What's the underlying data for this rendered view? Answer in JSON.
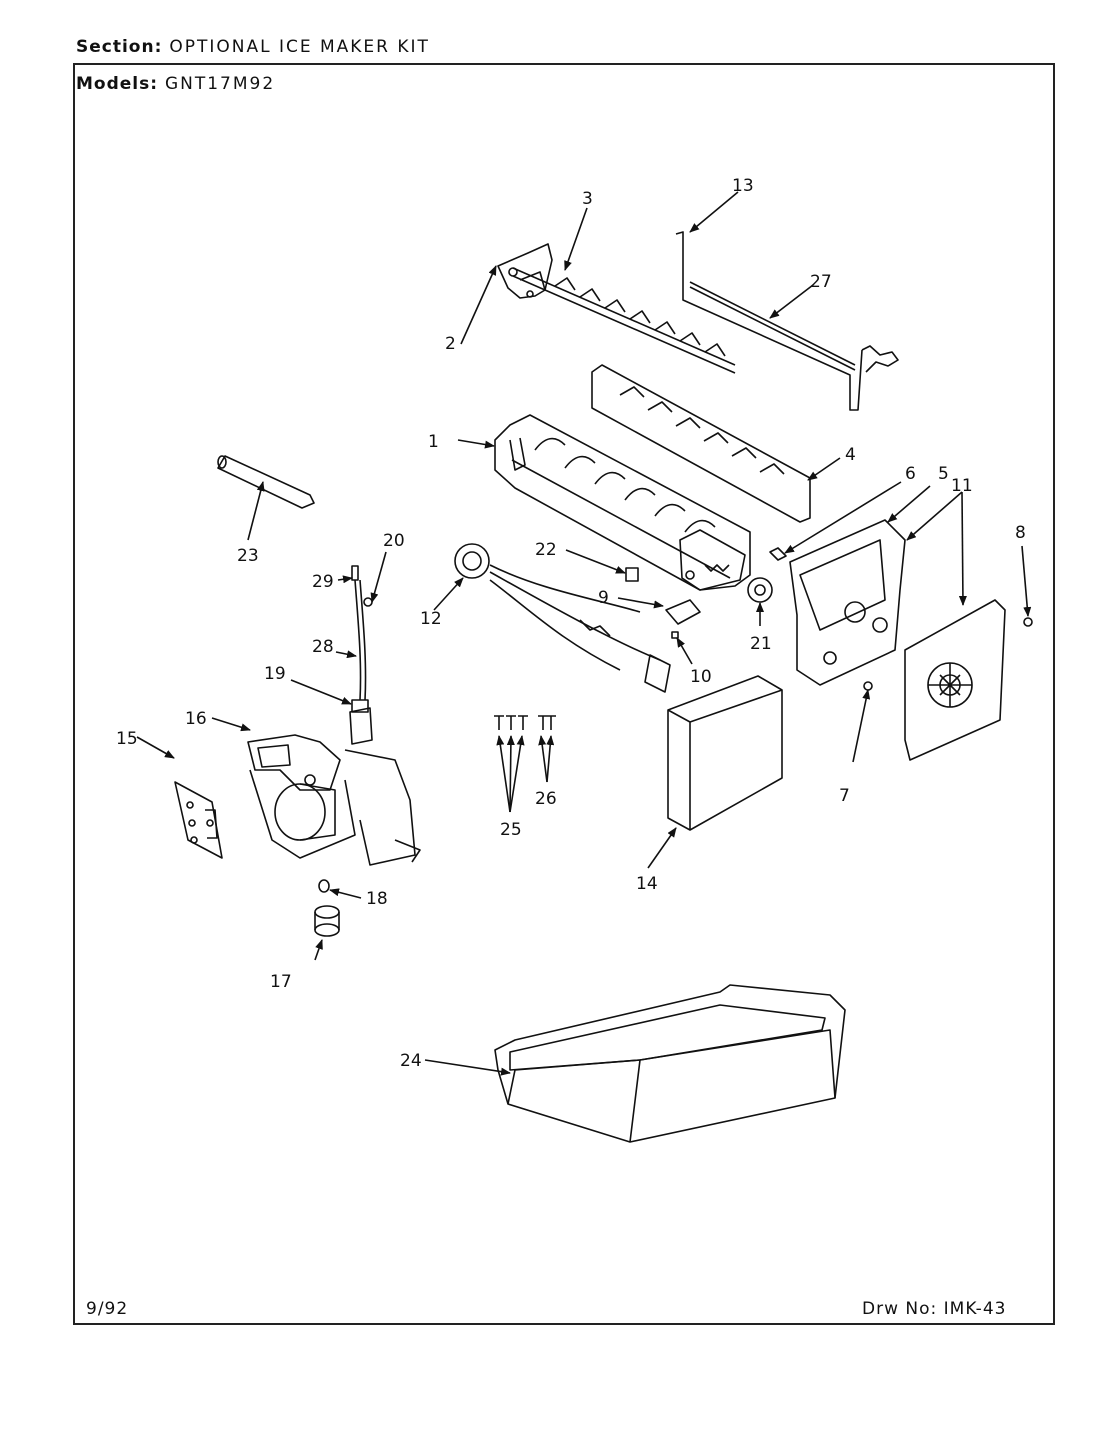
{
  "header": {
    "section_label": "Section:",
    "section_value": "OPTIONAL ICE MAKER KIT",
    "models_label": "Models:",
    "models_value": "GNT17M92"
  },
  "footer": {
    "date": "9/92",
    "drawing_label": "Drw No:",
    "drawing_number": "IMK-43"
  },
  "callouts": {
    "c1": "1",
    "c2": "2",
    "c3": "3",
    "c4": "4",
    "c5": "5",
    "c6": "6",
    "c7": "7",
    "c8": "8",
    "c9": "9",
    "c10": "10",
    "c11": "11",
    "c12": "12",
    "c13": "13",
    "c14": "14",
    "c15": "15",
    "c16": "16",
    "c17": "17",
    "c18": "18",
    "c19": "19",
    "c20": "20",
    "c21": "21",
    "c22": "22",
    "c23": "23",
    "c24": "24",
    "c25": "25",
    "c26": "26",
    "c27": "27",
    "c28": "28",
    "c29": "29"
  }
}
